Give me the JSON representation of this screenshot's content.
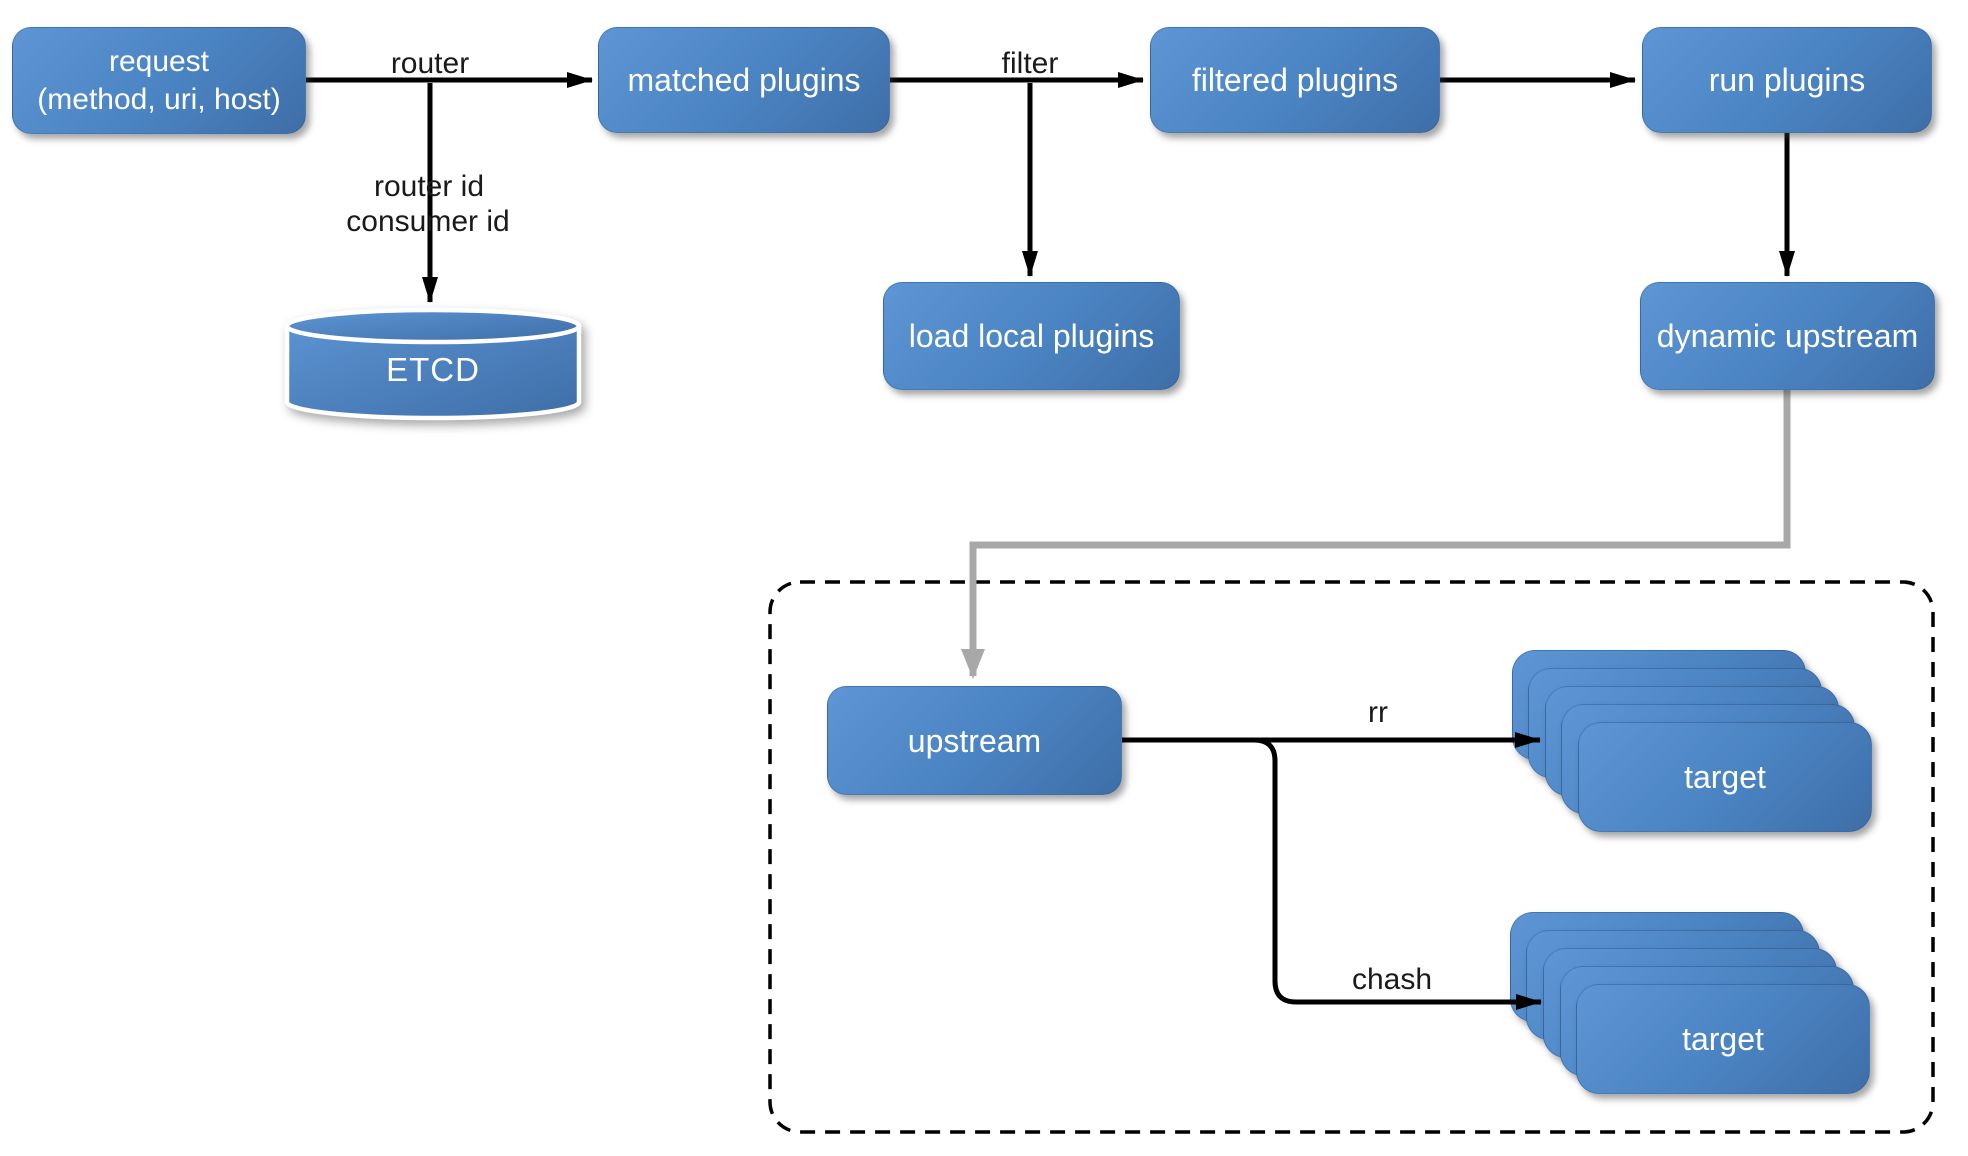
{
  "diagram": {
    "nodes": {
      "request": {
        "line1": "request",
        "line2": "(method, uri, host)"
      },
      "matched_plugins": {
        "label": "matched plugins"
      },
      "filtered_plugins": {
        "label": "filtered plugins"
      },
      "run_plugins": {
        "label": "run plugins"
      },
      "etcd": {
        "label": "ETCD"
      },
      "load_local_plugins": {
        "label": "load local plugins"
      },
      "dynamic_upstream": {
        "label": "dynamic upstream"
      },
      "upstream": {
        "label": "upstream"
      },
      "target_rr": {
        "label": "target"
      },
      "target_chash": {
        "label": "target"
      }
    },
    "edge_labels": {
      "router": "router",
      "router_id": "router id",
      "consumer_id": "consumer id",
      "filter": "filter",
      "rr": "rr",
      "chash": "chash"
    },
    "colors": {
      "background": "#FFFFFF",
      "node_gradient_top": "#5D95D5",
      "node_gradient_bottom": "#3E6EA7",
      "node_text": "#FFFFFF",
      "edge_black": "#000000",
      "edge_gray": "#A8A8A8",
      "label_text": "#1A1A1A",
      "boundary_dash": "#000000"
    }
  }
}
